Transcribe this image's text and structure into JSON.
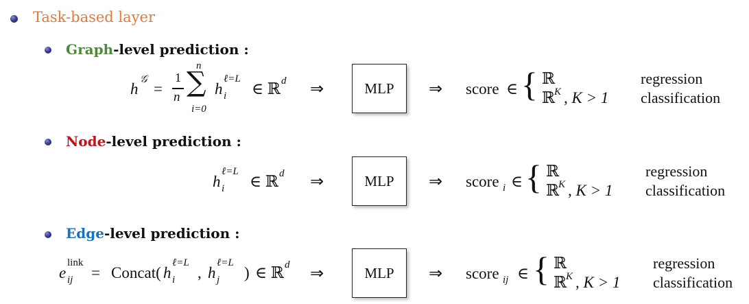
{
  "header": {
    "title": "Task-based layer",
    "title_color": "#e07a3d"
  },
  "items": [
    {
      "keyword": "Graph",
      "keyword_color": "#4d8a3a",
      "rest": "-level prediction :",
      "mlp": "MLP",
      "implies": "⇒",
      "formula": {
        "h": "h",
        "g_sup": "𝒢",
        "eq": "=",
        "frac_num": "1",
        "frac_den": "n",
        "sum": "∑",
        "sum_top": "n",
        "sum_bot": "i=0",
        "h2": "h",
        "h2_sup": "ℓ=L",
        "h2_sub": "i",
        "in": "∈ ℝ",
        "dsup": "d"
      },
      "score": {
        "text": "score",
        "sub": "",
        "in": "∈",
        "case1": "ℝ",
        "case2": "ℝ",
        "case2_sup": "K",
        "case2_cond": ",  K > 1",
        "label1": "regression",
        "label2": "classification"
      }
    },
    {
      "keyword": "Node",
      "keyword_color": "#c0141c",
      "rest": "-level prediction :",
      "mlp": "MLP",
      "implies": "⇒",
      "formula": {
        "h": "h",
        "h_sup": "ℓ=L",
        "h_sub": "i",
        "in": "∈ ℝ",
        "dsup": "d"
      },
      "score": {
        "text": "score",
        "sub": "i",
        "in": "∈",
        "case1": "ℝ",
        "case2": "ℝ",
        "case2_sup": "K",
        "case2_cond": ",  K > 1",
        "label1": "regression",
        "label2": "classification"
      }
    },
    {
      "keyword": "Edge",
      "keyword_color": "#1a73b8",
      "rest": "-level prediction :",
      "mlp": "MLP",
      "implies": "⇒",
      "formula": {
        "e": "e",
        "e_sup": "link",
        "e_sub": "ij",
        "eq": "=",
        "concat": "Concat(",
        "h1": "h",
        "h1_sup": "ℓ=L",
        "h1_sub": "i",
        "comma": ", ",
        "h2": "h",
        "h2_sup": "ℓ=L",
        "h2_sub": "j",
        "close": ")",
        "in": "∈ ℝ",
        "dsup": "d"
      },
      "score": {
        "text": "score",
        "sub": "ij",
        "in": "∈",
        "case1": "ℝ",
        "case2": "ℝ",
        "case2_sup": "K",
        "case2_cond": ",  K > 1",
        "label1": "regression",
        "label2": "classification"
      }
    }
  ]
}
